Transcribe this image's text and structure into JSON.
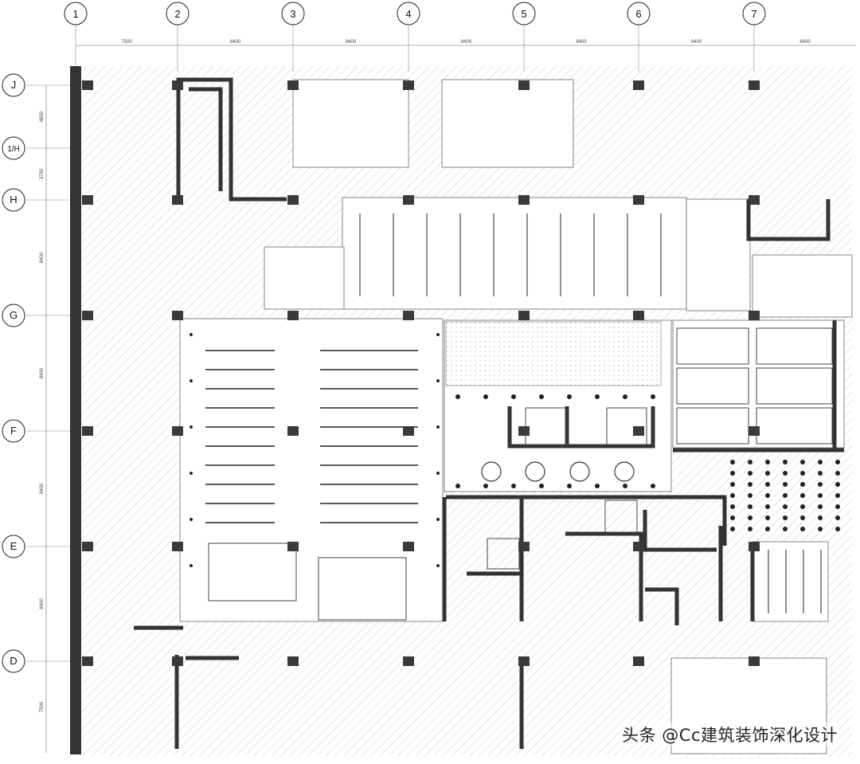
{
  "grid": {
    "columns": [
      "1",
      "2",
      "3",
      "4",
      "5",
      "6",
      "7"
    ],
    "rows": [
      "J",
      "1/H",
      "H",
      "G",
      "F",
      "E",
      "D"
    ],
    "column_spacings": [
      "7500",
      "8400",
      "8400",
      "8400",
      "8400",
      "8400",
      "8400"
    ],
    "row_spacings": [
      "4650",
      "3750",
      "8400",
      "8400",
      "8400",
      "8400",
      "7500"
    ]
  },
  "watermark": "头条 @Cc建筑装饰深化设计",
  "colors": {
    "wall": "#333333",
    "hatch": "#bdbdbd",
    "line": "#555555",
    "background": "#ffffff"
  }
}
